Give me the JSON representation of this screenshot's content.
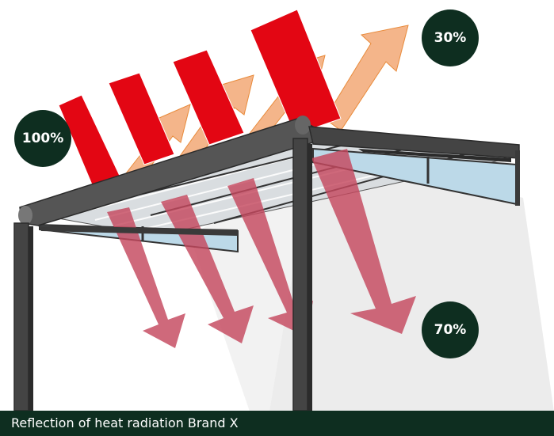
{
  "colors": {
    "dark_green": "#0e2e20",
    "frame": "#444444",
    "frame_dark": "#2b2b2b",
    "incoming_red": "#e30613",
    "reflected_orange": "#f4b58a",
    "transmitted_red": "#c4485e",
    "glass_blue": "#bcd9e8",
    "shadow_gray": "#ececec"
  },
  "badges": {
    "incoming": "100%",
    "reflected": "30%",
    "transmitted": "70%"
  },
  "caption": "Reflection of heat radiation Brand X"
}
